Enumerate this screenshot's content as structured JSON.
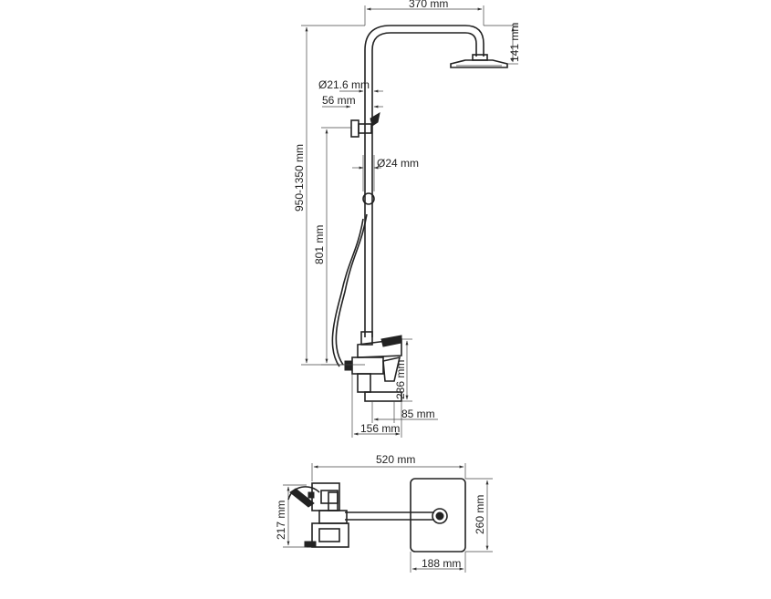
{
  "side_view": {
    "dims": {
      "head_arm": "370 mm",
      "head_drop": "141 mm",
      "pipe_dia": "Ø21.6 mm",
      "wall_offset": "56 mm",
      "slider_dia": "Ø24 mm",
      "height_range": "950-1350 mm",
      "rail_length": "801 mm",
      "mixer_height": "236 mm",
      "spout_depth": "85 mm",
      "mixer_depth": "156 mm"
    }
  },
  "top_view": {
    "dims": {
      "overall_width": "520 mm",
      "mixer_span": "217 mm",
      "head_height": "260 mm",
      "head_width": "188 mm"
    }
  }
}
